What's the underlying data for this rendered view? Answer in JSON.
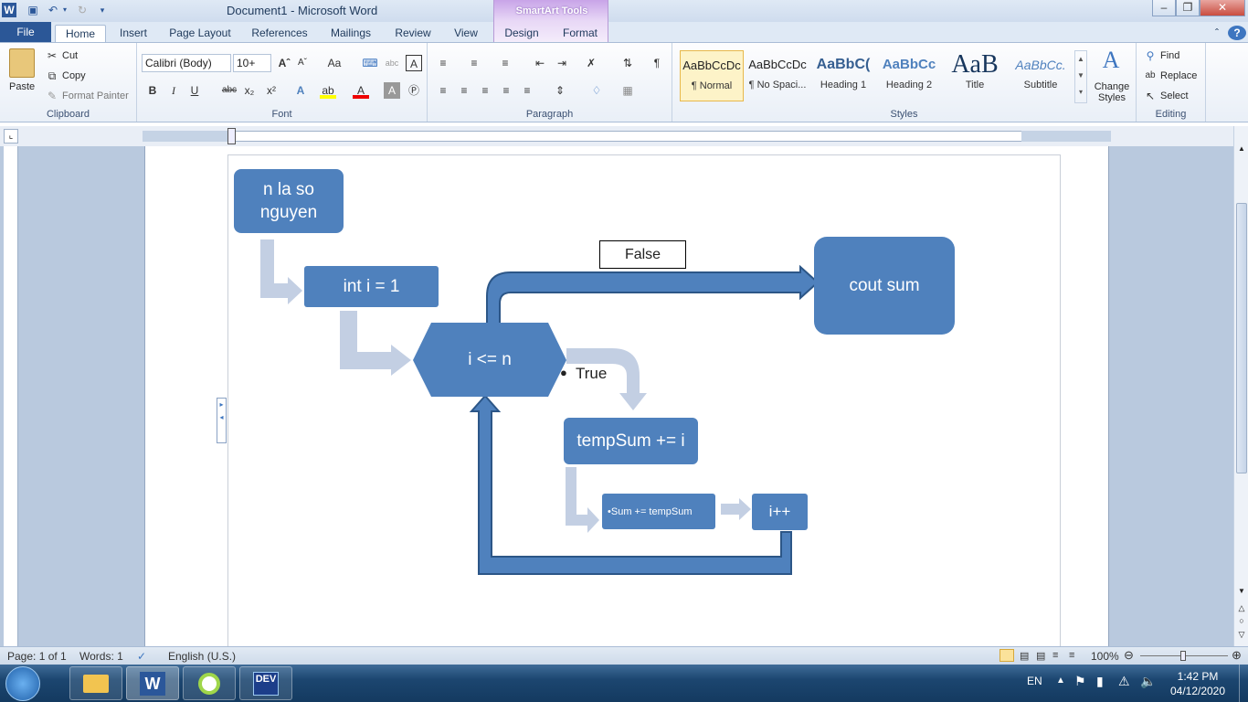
{
  "window": {
    "title": "Document1  -  Microsoft Word"
  },
  "contextual_tab": {
    "label": "SmartArt Tools"
  },
  "tabs": {
    "file": "File",
    "home": "Home",
    "insert": "Insert",
    "page_layout": "Page Layout",
    "references": "References",
    "mailings": "Mailings",
    "review": "Review",
    "view": "View",
    "design": "Design",
    "format": "Format"
  },
  "clipboard": {
    "paste": "Paste",
    "cut": "Cut",
    "copy": "Copy",
    "format_painter": "Format Painter",
    "label": "Clipboard"
  },
  "font": {
    "family": "Calibri (Body)",
    "size": "10+",
    "label": "Font"
  },
  "paragraph": {
    "label": "Paragraph"
  },
  "styles": {
    "label": "Styles",
    "items": [
      {
        "sample": "AaBbCcDc",
        "name": "¶ Normal"
      },
      {
        "sample": "AaBbCcDc",
        "name": "¶ No Spaci..."
      },
      {
        "sample": "AaBbC(",
        "name": "Heading 1"
      },
      {
        "sample": "AaBbCc",
        "name": "Heading 2"
      },
      {
        "sample": "AaB",
        "name": "Title"
      },
      {
        "sample": "AaBbCc.",
        "name": "Subtitle"
      }
    ],
    "change_styles": "Change Styles"
  },
  "editing": {
    "find": "Find",
    "replace": "Replace",
    "select": "Select",
    "label": "Editing"
  },
  "diagram": {
    "n_node": "n la so nguyen",
    "init_node": "int i = 1",
    "cond_node": "i <= n",
    "false_label": "False",
    "true_label": "True",
    "out_node": "cout sum",
    "temp_node": "tempSum += i",
    "sum_node": "Sum += tempSum",
    "inc_node": "i++"
  },
  "status": {
    "page": "Page: 1 of 1",
    "words": "Words: 1",
    "language": "English (U.S.)",
    "zoom": "100%"
  },
  "taskbar": {
    "lang": "EN",
    "time": "1:42 PM",
    "date": "04/12/2020",
    "dev_label": "DEV"
  },
  "colors": {
    "node_fill": "#4f81bd",
    "arrow_light": "#c3cfe3"
  }
}
